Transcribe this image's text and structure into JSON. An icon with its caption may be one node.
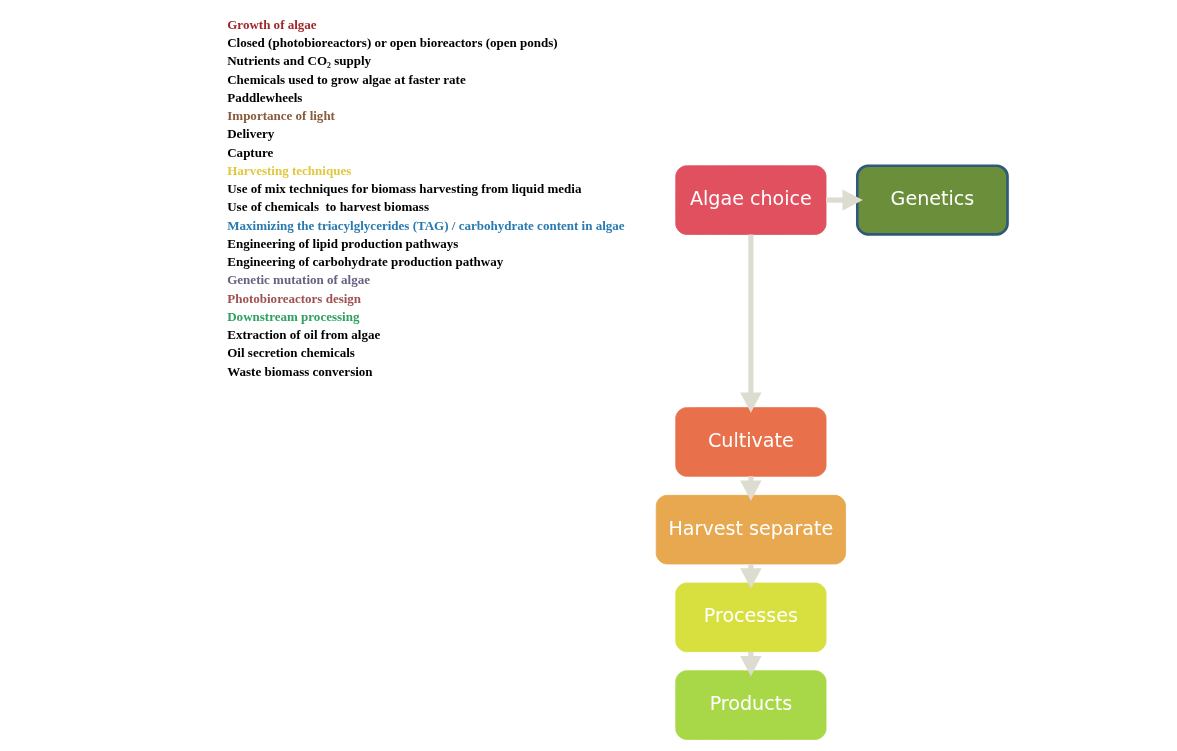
{
  "diagram": {
    "nodes": [
      {
        "text": [
          "Algae choice"
        ]
      },
      {
        "text": [
          "Genetics"
        ]
      },
      {
        "text": [
          "Cultivate"
        ]
      },
      {
        "text": [
          "Harvest separate"
        ]
      },
      {
        "text": [
          "Processes"
        ]
      },
      {
        "text": [
          "Products"
        ]
      }
    ],
    "edges": [
      {
        "from": 0,
        "to": 1,
        "arrow": "to"
      },
      {
        "from": 0,
        "to": 2,
        "arrow": "to"
      },
      {
        "from": 2,
        "to": 3,
        "arrow": "to"
      },
      {
        "from": 3,
        "to": 4,
        "arrow": "to"
      },
      {
        "from": 4,
        "to": 5,
        "arrow": "to"
      }
    ],
    "labels": [
      "Growth of algae",
      "Closed (photobioreactors) or open bioreactors (open ponds)",
      "Nutrients and CO₂ supply",
      "Chemicals used to grow algae at faster rate",
      "Paddlewheels",
      "Importance of light",
      "Delivery",
      "Capture",
      "Harvesting techniques",
      "Use of mix techniques for biomass harvesting from liquid media",
      "Use of chemicals  to harvest biomass",
      "Maximizing the triacylglycerides (TAG) / carbohydrate content in algae",
      "Engineering of lipid production pathways",
      "Engineering of carbohydrate production pathway",
      "Genetic mutation of algae",
      "Photobioreactors design",
      "Downstream processing",
      "Extraction of oil from algae",
      "Oil secretion chemicals",
      "Waste biomass conversion"
    ]
  }
}
